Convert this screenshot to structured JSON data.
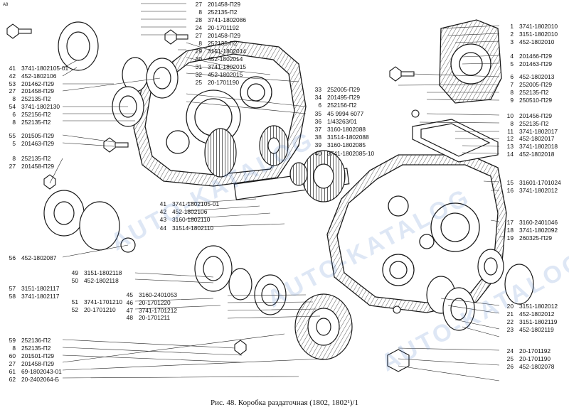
{
  "figure": {
    "corner_mark": "A8",
    "caption": "Рис. 48. Коробка раздаточная (1802, 1802¹)/1",
    "watermark": "AUTO-KATALOG",
    "colors": {
      "ink": "#1a1a1a",
      "paper": "#ffffff",
      "watermark": "#7aa0d8"
    }
  },
  "labels": {
    "top_center": [
      {
        "n": "27",
        "code": "201458-П29"
      },
      {
        "n": "8",
        "code": "252135-П2"
      },
      {
        "n": "28",
        "code": "3741-1802086"
      },
      {
        "n": "24",
        "code": "20-1701192"
      },
      {
        "n": "27",
        "code": "201458-П29"
      },
      {
        "n": "8",
        "code": "252135-П2"
      },
      {
        "n": "29",
        "code": "3151-1802014"
      },
      {
        "n": "30",
        "code": "452-1802014"
      },
      {
        "n": "31",
        "code": "3741-1802015"
      },
      {
        "n": "32",
        "code": "452-1802015"
      },
      {
        "n": "25",
        "code": "20-1701190"
      }
    ],
    "mid_center": [
      {
        "n": "33",
        "code": "252005-П29"
      },
      {
        "n": "34",
        "code": "201495-П29"
      },
      {
        "n": "6",
        "code": "252156-П2"
      },
      {
        "n": "35",
        "code": "45 9994 6077"
      },
      {
        "n": "36",
        "code": "1/43263/01"
      },
      {
        "n": "37",
        "code": "3160-1802088"
      },
      {
        "n": "38",
        "code": "31514-1802088"
      },
      {
        "n": "39",
        "code": "3160-1802085"
      },
      {
        "n": "40",
        "code": "3741-1802085-10"
      }
    ],
    "left_upper": [
      {
        "n": "41",
        "code": "3741-1802105-01"
      },
      {
        "n": "42",
        "code": "452-1802106"
      },
      {
        "n": "53",
        "code": "201462-П29"
      },
      {
        "n": "27",
        "code": "201458-П29"
      },
      {
        "n": "8",
        "code": "252135-П2"
      },
      {
        "n": "54",
        "code": "3741-1802130"
      },
      {
        "n": "6",
        "code": "252156-П2"
      },
      {
        "n": "8",
        "code": "252135-П2"
      }
    ],
    "left_mid": [
      {
        "n": "55",
        "code": "201505-П29"
      },
      {
        "n": "5",
        "code": "201463-П29"
      }
    ],
    "left_mid2": [
      {
        "n": "8",
        "code": "252135-П2"
      },
      {
        "n": "27",
        "code": "201458-П29"
      }
    ],
    "center_lower": [
      {
        "n": "41",
        "code": "3741-1802105-01"
      },
      {
        "n": "42",
        "code": "452-1802106"
      },
      {
        "n": "43",
        "code": "3160-1802110"
      },
      {
        "n": "44",
        "code": "31514-1802110"
      }
    ],
    "left_single": [
      {
        "n": "56",
        "code": "452-1802087"
      }
    ],
    "mid_small": [
      {
        "n": "49",
        "code": "3151-1802118"
      },
      {
        "n": "50",
        "code": "452-1802118"
      }
    ],
    "left_lower": [
      {
        "n": "57",
        "code": "3151-1802117"
      },
      {
        "n": "58",
        "code": "3741-1802117"
      }
    ],
    "mid_lower": [
      {
        "n": "51",
        "code": "3741-1701210"
      },
      {
        "n": "52",
        "code": "20-1701210"
      }
    ],
    "center_bottom": [
      {
        "n": "45",
        "code": "3160-2401053"
      },
      {
        "n": "46",
        "code": "20-1701220"
      },
      {
        "n": "47",
        "code": "3741-1701212"
      },
      {
        "n": "48",
        "code": "20-1701211"
      }
    ],
    "left_bottom": [
      {
        "n": "59",
        "code": "252136-П2"
      },
      {
        "n": "8",
        "code": "252135-П2"
      },
      {
        "n": "60",
        "code": "201501-П29"
      },
      {
        "n": "27",
        "code": "201458-П29"
      },
      {
        "n": "61",
        "code": "69-1802043-01"
      },
      {
        "n": "62",
        "code": "20-2402064-Б"
      }
    ],
    "right_top": [
      {
        "n": "1",
        "code": "3741-1802010"
      },
      {
        "n": "2",
        "code": "3151-1802010"
      },
      {
        "n": "3",
        "code": "452-1802010"
      }
    ],
    "right_top2": [
      {
        "n": "4",
        "code": "201466-П29"
      },
      {
        "n": "5",
        "code": "201463-П29"
      }
    ],
    "right_upper": [
      {
        "n": "6",
        "code": "452-1802013"
      },
      {
        "n": "7",
        "code": "252005-П29"
      },
      {
        "n": "8",
        "code": "252135-П2"
      },
      {
        "n": "9",
        "code": "250510-П29"
      }
    ],
    "right_mid": [
      {
        "n": "10",
        "code": "201456-П29"
      },
      {
        "n": "8",
        "code": "252135-П2"
      },
      {
        "n": "11",
        "code": "3741-1802017"
      },
      {
        "n": "12",
        "code": "452-1802017"
      },
      {
        "n": "13",
        "code": "3741-1802018"
      },
      {
        "n": "14",
        "code": "452-1802018"
      }
    ],
    "right_mid2": [
      {
        "n": "15",
        "code": "31601-1701024"
      },
      {
        "n": "16",
        "code": "3741-1802012"
      }
    ],
    "right_lower": [
      {
        "n": "17",
        "code": "3160-2401046"
      },
      {
        "n": "18",
        "code": "3741-1802092"
      },
      {
        "n": "19",
        "code": "260325-П29"
      }
    ],
    "right_bottom": [
      {
        "n": "20",
        "code": "3151-1802012"
      },
      {
        "n": "21",
        "code": "452-1802012"
      },
      {
        "n": "22",
        "code": "3151-1802119"
      },
      {
        "n": "23",
        "code": "452-1802119"
      }
    ],
    "right_bottom2": [
      {
        "n": "24",
        "code": "20-1701192"
      },
      {
        "n": "25",
        "code": "20-1701190"
      },
      {
        "n": "26",
        "code": "452-1802078"
      }
    ]
  }
}
